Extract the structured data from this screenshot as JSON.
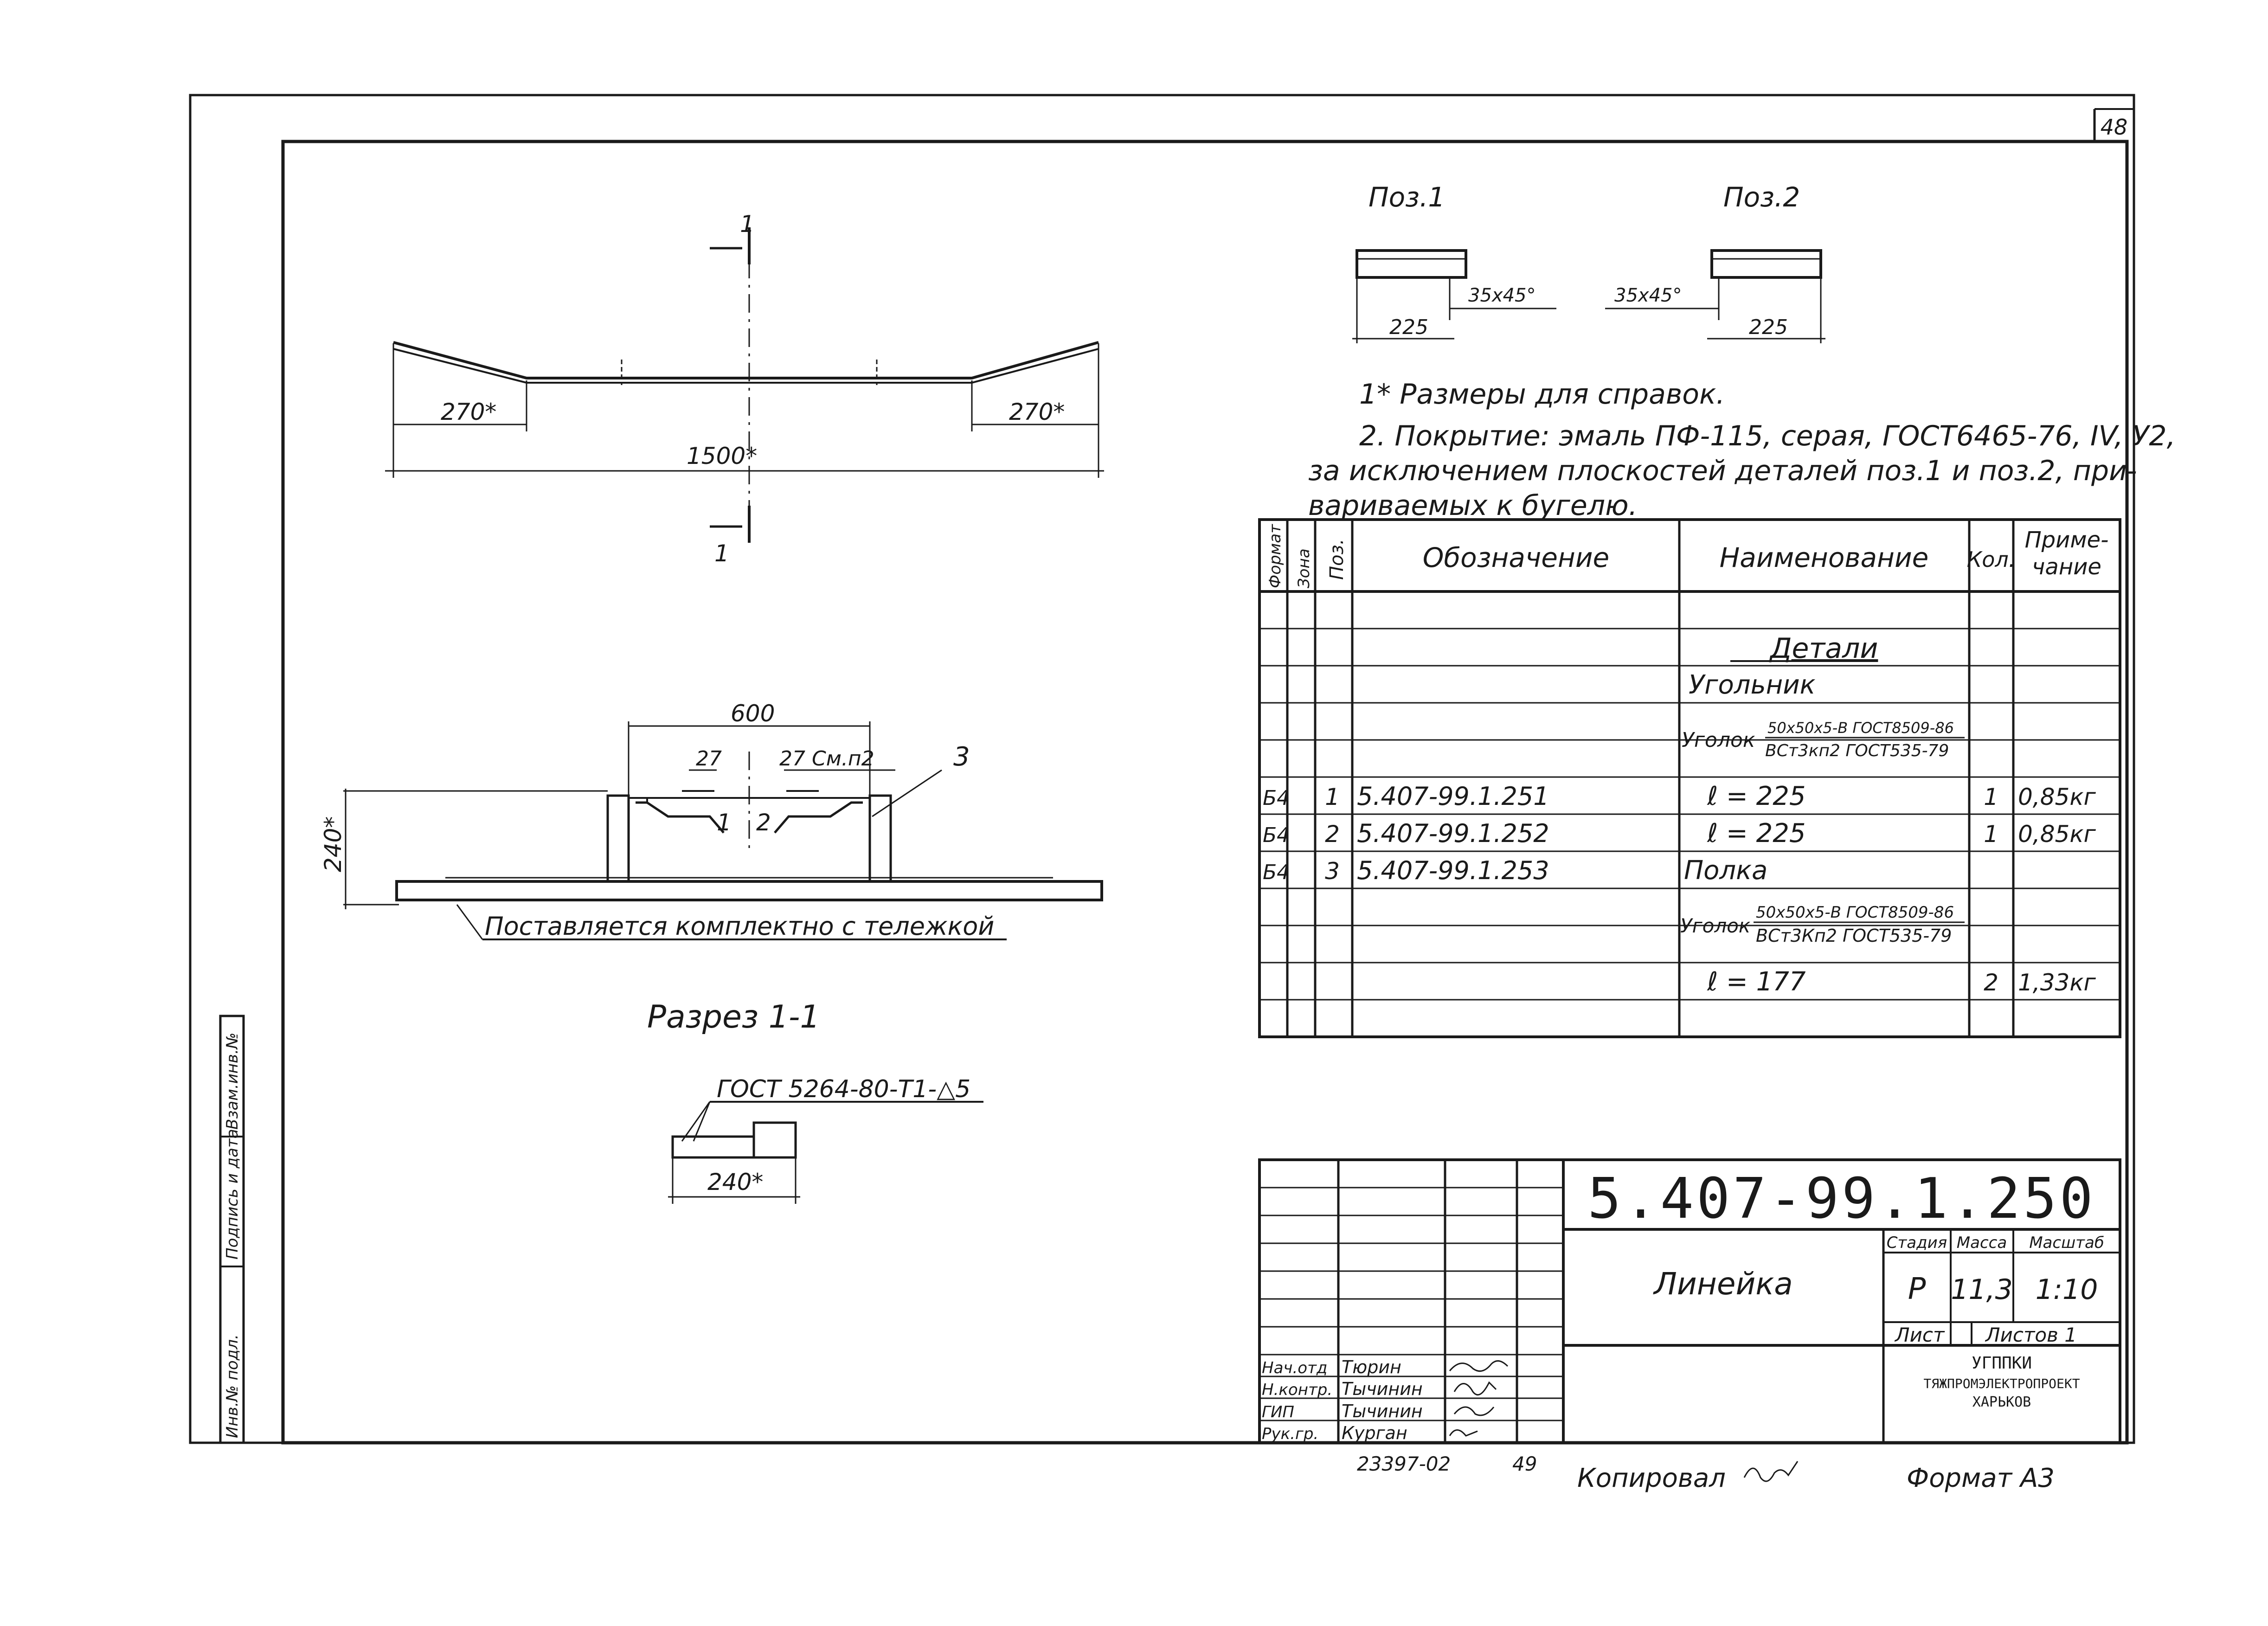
{
  "sheet_number": "48",
  "views": {
    "pos1": {
      "title": "Поз.1",
      "dim_length": "225",
      "dim_chamfer": "35x45°"
    },
    "pos2": {
      "title": "Поз.2",
      "dim_length": "225",
      "dim_chamfer": "35x45°"
    },
    "plan": {
      "section_mark": "1",
      "dim_left": "270*",
      "dim_right": "270*",
      "dim_total": "1500*"
    },
    "section": {
      "title": "Разрез 1-1",
      "dim_width": "600",
      "dim_height": "240*",
      "dim_27_left": "27",
      "dim_27_right": "27 См.п2",
      "pos_labels": [
        "1",
        "2",
        "3"
      ],
      "note": "Поставляется комплектно с тележкой"
    },
    "weld": {
      "standard": "ГОСТ 5264-80-Т1-△5",
      "dim": "240*"
    }
  },
  "notes": {
    "note1": "1* Размеры для справок.",
    "note2_line1": "2. Покрытие: эмаль ПФ-115, серая, ГОСТ6465-76, IV, У2,",
    "note2_line2": "за исключением плоскостей деталей поз.1 и поз.2, при-",
    "note2_line3": "вариваемых к бугелю."
  },
  "spec_table": {
    "headers": {
      "format": "Формат",
      "zone": "Зона",
      "pos": "Поз.",
      "designation": "Обозначение",
      "name": "Наименование",
      "qty": "Кол.",
      "note1": "Приме-",
      "note2": "чание"
    },
    "section_title": "Детали",
    "group1_title": "Угольник",
    "angle1": {
      "prefix": "Уголок",
      "top": "50x50x5-В ГОСТ8509-86",
      "bottom": "ВСт3кп2 ГОСТ535-79"
    },
    "rows": [
      {
        "format": "Б4",
        "pos": "1",
        "designation": "5.407-99.1.251",
        "name": "ℓ = 225",
        "qty": "1",
        "note": "0,85кг"
      },
      {
        "format": "Б4",
        "pos": "2",
        "designation": "5.407-99.1.252",
        "name": "ℓ = 225",
        "qty": "1",
        "note": "0,85кг"
      },
      {
        "format": "Б4",
        "pos": "3",
        "designation": "5.407-99.1.253",
        "name": "Полка",
        "qty": "",
        "note": ""
      }
    ],
    "angle2": {
      "prefix": "Уголок",
      "top": "50x50x5-В ГОСТ8509-86",
      "bottom": "ВСт3Кп2 ГОСТ535-79"
    },
    "last_row": {
      "name": "ℓ = 177",
      "qty": "2",
      "note": "1,33кг"
    }
  },
  "title_block": {
    "document_code": "5.407-99.1.250",
    "title": "Линейка",
    "stage_label": "Стадия",
    "mass_label": "Масса",
    "scale_label": "Масштаб",
    "stage": "Р",
    "mass": "11,3",
    "scale": "1:10",
    "sheet_label": "Лист",
    "sheets_label": "Листов 1",
    "org_line1": "УГППКИ",
    "org_line2": "ТЯЖПРОМЭЛЕКТРОПРОЕКТ",
    "org_line3": "ХАРЬКОВ",
    "roles": [
      {
        "role": "Нач.отд",
        "name": "Тюрин"
      },
      {
        "role": "Н.контр.",
        "name": "Тычинин"
      },
      {
        "role": "ГИП",
        "name": "Тычинин"
      },
      {
        "role": "Рук.гр.",
        "name": "Курган"
      }
    ]
  },
  "side_stamp": [
    "Инв.№ подл.",
    "Подпись и дата",
    "Взам.инв.№"
  ],
  "footer": {
    "order_number": "23397-02",
    "page": "49",
    "copied_label": "Копировал",
    "format": "Формат А3"
  }
}
